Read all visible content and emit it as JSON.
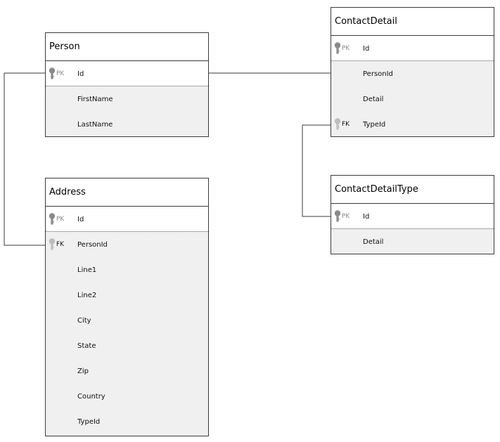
{
  "diagram": {
    "entities": [
      {
        "id": "person",
        "name": "Person",
        "fields": [
          {
            "name": "Id",
            "key": "PK"
          },
          {
            "name": "FirstName",
            "key": ""
          },
          {
            "name": "LastName",
            "key": ""
          }
        ]
      },
      {
        "id": "address",
        "name": "Address",
        "fields": [
          {
            "name": "Id",
            "key": "PK"
          },
          {
            "name": "PersonId",
            "key": "FK"
          },
          {
            "name": "Line1",
            "key": ""
          },
          {
            "name": "Line2",
            "key": ""
          },
          {
            "name": "City",
            "key": ""
          },
          {
            "name": "State",
            "key": ""
          },
          {
            "name": "Zip",
            "key": ""
          },
          {
            "name": "Country",
            "key": ""
          },
          {
            "name": "TypeId",
            "key": ""
          }
        ]
      },
      {
        "id": "contact-detail",
        "name": "ContactDetail",
        "fields": [
          {
            "name": "Id",
            "key": "PK"
          },
          {
            "name": "PersonId",
            "key": ""
          },
          {
            "name": "Detail",
            "key": ""
          },
          {
            "name": "TypeId",
            "key": "FK"
          }
        ]
      },
      {
        "id": "contact-detail-type",
        "name": "ContactDetailType",
        "fields": [
          {
            "name": "Id",
            "key": "PK"
          },
          {
            "name": "Detail",
            "key": ""
          }
        ]
      }
    ],
    "relationships": [
      {
        "from": "person.Id",
        "to": "address.PersonId"
      },
      {
        "from": "person.Id",
        "to": "contact-detail.PersonId"
      },
      {
        "from": "contact-detail.TypeId",
        "to": "contact-detail-type.Id"
      }
    ],
    "colors": {
      "border": "#3a3a3a",
      "body": "#f0f0f0",
      "pk_row": "#ffffff",
      "key_pk": "#8a8a8a",
      "key_fk": "#bdbdbd"
    }
  }
}
